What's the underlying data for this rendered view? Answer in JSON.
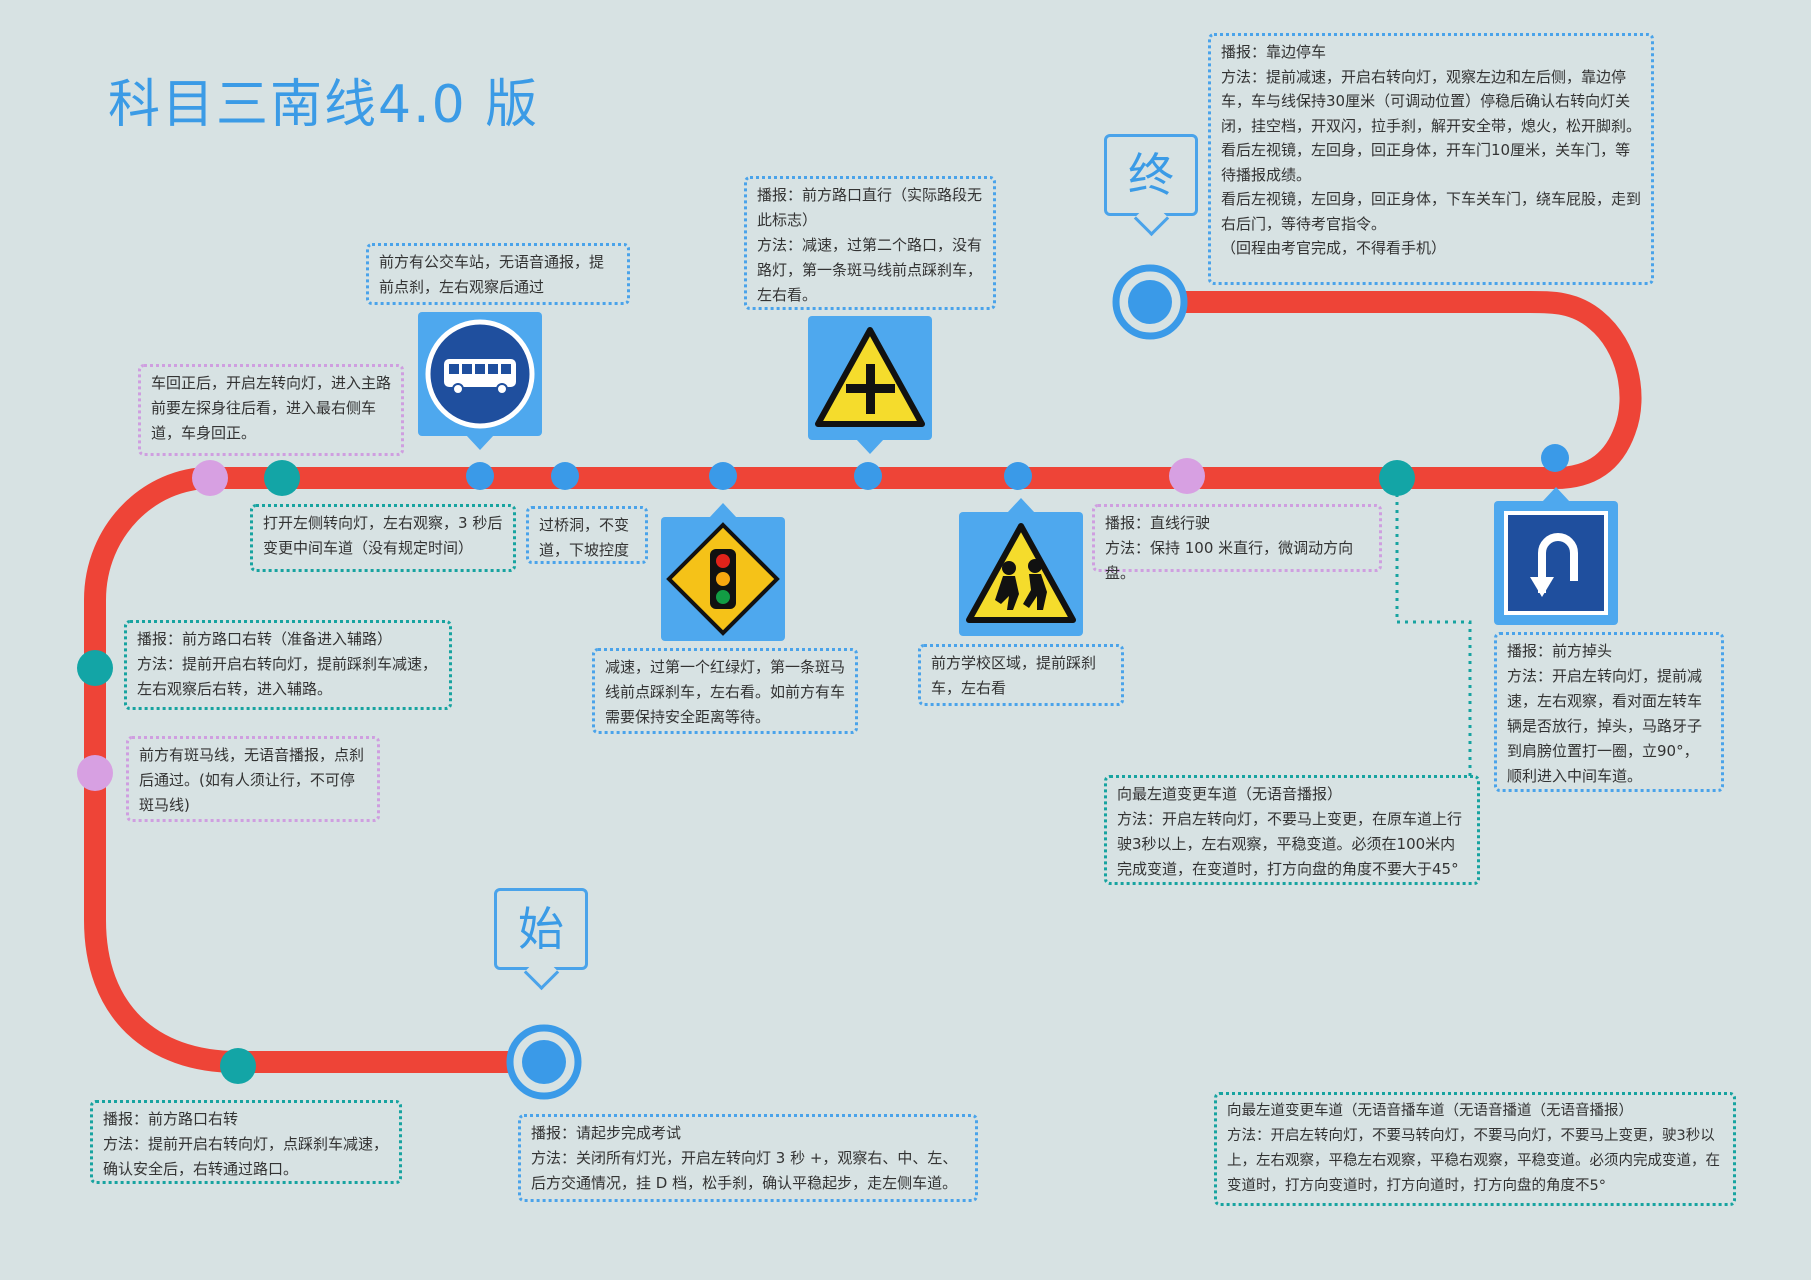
{
  "title": "科目三南线4.0 版",
  "start_label": "始",
  "end_label": "终",
  "colors": {
    "route": "#ee4437",
    "node_blue": "#3a9ae8",
    "node_teal": "#13a5a6",
    "node_pink": "#d7a0e2",
    "title": "#3b9be6"
  },
  "signs": {
    "bus": "bus-stop-icon",
    "crossroad": "crossroad-warning-icon",
    "traffic_light": "traffic-light-icon",
    "school": "school-zone-icon",
    "u_turn": "u-turn-icon"
  },
  "notes": {
    "end": "播报：靠边停车\n方法：提前减速，开启右转向灯，观察左边和左后侧，靠边停车，车与线保持30厘米（可调动位置）停稳后确认右转向灯关闭，挂空档，开双闪，拉手刹，解开安全带，熄火，松开脚刹。\n看后左视镜，左回身，回正身体，开车门10厘米，关车门，等待播报成绩。\n看后左视镜，左回身，回正身体，下车关车门，绕车屁股，走到右后门，等待考官指令。\n（回程由考官完成，不得看手机）",
    "bus": "前方有公交车站，无语音通报，提前点刹，左右观察后通过",
    "straight": "播报：前方路口直行（实际路段无此标志）\n方法：减速，过第二个路口，没有路灯，第一条斑马线前点踩刹车，左右看。",
    "merge_main": "车回正后，开启左转向灯，进入主路前要左探身往后看，进入最右侧车道，车身回正。",
    "left_signal": "打开左侧转向灯，左右观察，3 秒后变更中间车道（没有规定时间）",
    "bridge": "过桥洞，不变道，下坡控度",
    "traffic_light": "减速，过第一个红绿灯，第一条斑马线前点踩刹车，左右看。如前方有车需要保持安全距离等待。",
    "school": "前方学校区域，提前踩刹车，左右看",
    "straight_drive": "播报：直线行驶\n方法：保持 100 米直行，微调动方向盘。",
    "u_turn": "播报：前方掉头\n方法：开启左转向灯，提前减速，左右观察，看对面左转车辆是否放行，掉头，马路牙子到肩膀位置打一圈，立90°，顺利进入中间车道。",
    "right_turn_aux": "播报：前方路口右转（准备进入辅路）\n方法：提前开启右转向灯，提前踩刹车减速，左右观察后右转，进入辅路。",
    "zebra": "前方有斑马线，无语音播报，点刹后通过。(如有人须让行，不可停斑马线)",
    "left_lane": "向最左道变更车道（无语音播报）\n方法：开启左转向灯，不要马上变更，在原车道上行驶3秒以上，左右观察，平稳变道。必须在100米内完成变道，在变道时，打方向盘的角度不要大于45°",
    "right_turn": "播报：前方路口右转\n方法：提前开启右转向灯，点踩刹车减速，确认安全后，右转通过路口。",
    "start": "播报：请起步完成考试\n方法：关闭所有灯光，开启左转向灯 3 秒 +，观察右、中、左、后方交通情况，挂 D 档，松手刹，确认平稳起步，走左侧车道。",
    "garbled": "向最左道变更车道（无语音播车道（无语音播道（无语音播报）\n方法：开启左转向灯，不要马转向灯，不要马向灯，不要马上变更，驶3秒以上，左右观察，平稳左右观察，平稳右观察，平稳变道。必须内完成变道，在变道时，打方向变道时，打方向道时，打方向盘的角度不5°"
  }
}
